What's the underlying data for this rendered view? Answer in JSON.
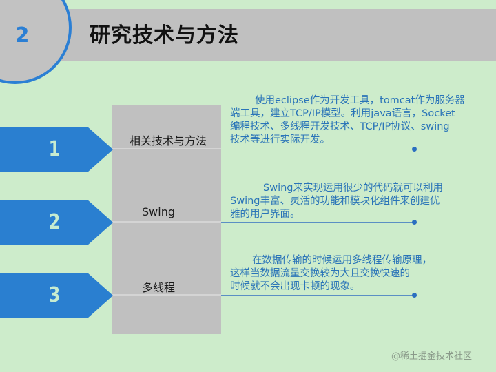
{
  "header": {
    "section_number": "2",
    "title": "研究技术与方法"
  },
  "colors": {
    "accent_blue": "#2a7fd0",
    "background_green": "#cdeccb",
    "panel_gray": "#c0c0c0",
    "desc_text": "#2a74b8"
  },
  "items": [
    {
      "number": "1",
      "label": "相关技术与方法",
      "description": "使用eclipse作为开发工具，tomcat作为服务器端工具，建立TCP/IP模型。利用java语言，Socket编程技术、多线程开发技术、TCP/IP协议、swing技术等进行实际开发。",
      "lines": [
        "使用eclipse作为开发工具，tomcat作为服务器",
        "端工具，建立TCP/IP模型。利用java语言，Socket",
        "编程技术、多线程开发技术、TCP/IP协议、swing",
        "技术等进行实际开发。"
      ]
    },
    {
      "number": "2",
      "label": "Swing",
      "description": "Swing来实现运用很少的代码就可以利用Swing丰富、灵活的功能和模块化组件来创建优雅的用户界面。",
      "lines": [
        "Swing来实现运用很少的代码就可以利用",
        "Swing丰富、灵活的功能和模块化组件来创建优",
        "雅的用户界面。"
      ]
    },
    {
      "number": "3",
      "label": "多线程",
      "description": "在数据传输的时候运用多线程传输原理，这样当数据流量交换较为大且交换快速的时候就不会出现卡顿的现象。",
      "lines": [
        "在数据传输的时候运用多线程传输原理，",
        "这样当数据流量交换较为大且交换快速的",
        "时候就不会出现卡顿的现象。"
      ]
    }
  ],
  "watermark": "@稀土掘金技术社区"
}
